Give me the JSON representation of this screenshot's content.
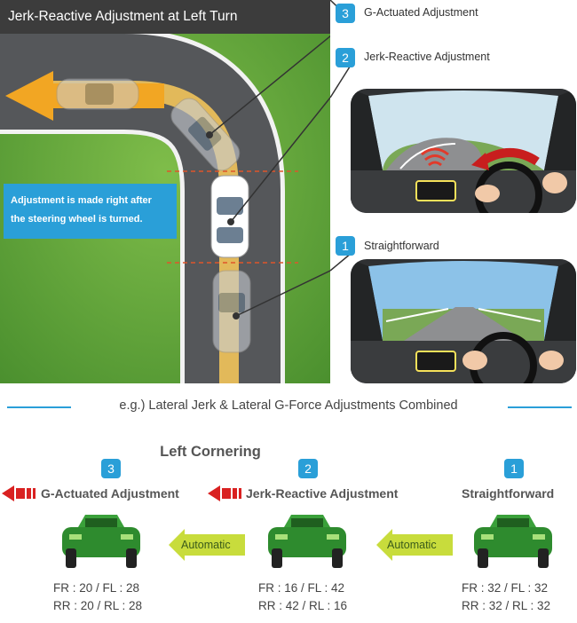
{
  "scene": {
    "title": "Jerk-Reactive Adjustment at Left Turn",
    "note_line1": "Adjustment is made right after",
    "note_line2": "the steering wheel is turned."
  },
  "callouts": [
    {
      "number": "3",
      "label": "G-Actuated Adjustment"
    },
    {
      "number": "2",
      "label": "Jerk-Reactive Adjustment"
    },
    {
      "number": "1",
      "label": "Straightforward"
    }
  ],
  "example_caption": "e.g.) Lateral Jerk & Lateral G-Force Adjustments Combined",
  "flow": {
    "title": "Left Cornering",
    "automatic_label": "Automatic",
    "stages": [
      {
        "number": "3",
        "name": "G-Actuated Adjustment",
        "front": "FR : 20 / FL : 28",
        "rear": "RR : 20 / RL : 28"
      },
      {
        "number": "2",
        "name": "Jerk-Reactive Adjustment",
        "front": "FR : 16 / FL : 42",
        "rear": "RR : 42 / RL : 16"
      },
      {
        "number": "1",
        "name": "Straightforward",
        "front": "FR : 32 / FL : 32",
        "rear": "RR : 32 / RL : 32"
      }
    ]
  },
  "colors": {
    "accent_blue": "#2a9fd8",
    "grass_green": "#5aa13a",
    "road_gray": "#55575a",
    "car_green": "#2e8b2e",
    "arrow_red": "#d92121",
    "arrow_yellow_green": "#c8dc3c",
    "path_orange": "#f2a623"
  }
}
